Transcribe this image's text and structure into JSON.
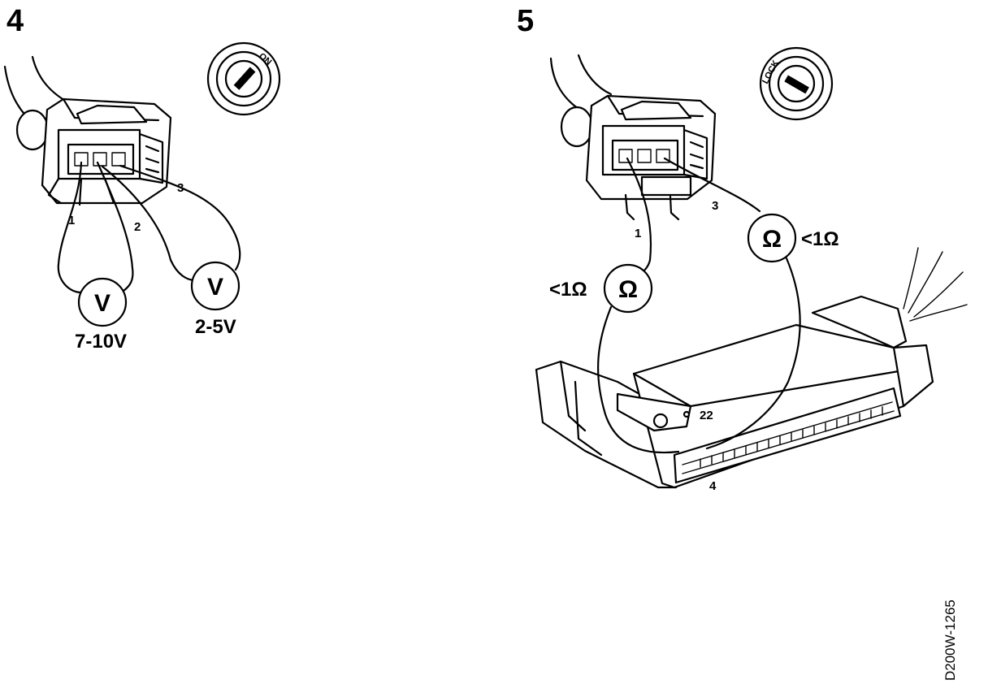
{
  "steps": [
    {
      "number": "4",
      "switch_label": "ON",
      "pins": [
        "1",
        "2",
        "3"
      ],
      "meters": [
        {
          "symbol": "V",
          "reading": "7-10V"
        },
        {
          "symbol": "V",
          "reading": "2-5V"
        }
      ]
    },
    {
      "number": "5",
      "switch_label": "LOCK",
      "pins": [
        "1",
        "3"
      ],
      "module_pins": [
        "22",
        "4"
      ],
      "meters": [
        {
          "symbol": "Ω",
          "reading": "<1Ω"
        },
        {
          "symbol": "Ω",
          "reading": "<1Ω"
        }
      ]
    }
  ],
  "reference": "D200W-1265"
}
